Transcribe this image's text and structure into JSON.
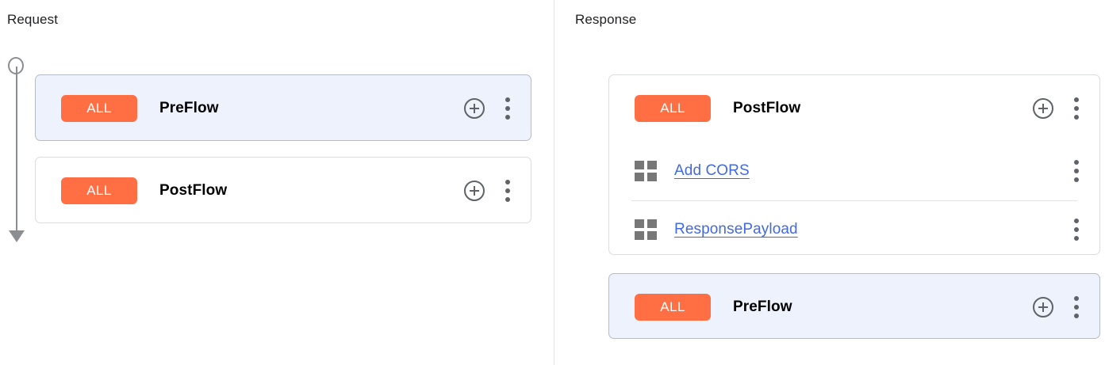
{
  "request": {
    "title": "Request",
    "connector": {
      "start_icon": "circle-node-icon",
      "end_icon": "arrow-down-icon"
    },
    "cards": [
      {
        "name": "PreFlow",
        "badge": "ALL",
        "selected": true,
        "add_icon": "add-circle-icon",
        "menu_icon": "more-vert-icon",
        "policies": []
      },
      {
        "name": "PostFlow",
        "badge": "ALL",
        "selected": false,
        "add_icon": "add-circle-icon",
        "menu_icon": "more-vert-icon",
        "policies": []
      }
    ]
  },
  "response": {
    "title": "Response",
    "connector": {
      "start_icon": "arrow-up-icon",
      "end_icon": "circle-node-icon"
    },
    "cards": [
      {
        "name": "PostFlow",
        "badge": "ALL",
        "selected": false,
        "add_icon": "add-circle-icon",
        "menu_icon": "more-vert-icon",
        "policies": [
          {
            "label": "Add CORS",
            "icon": "policy-grid-icon",
            "menu_icon": "more-vert-icon"
          },
          {
            "label": "ResponsePayload",
            "icon": "policy-grid-icon",
            "menu_icon": "more-vert-icon"
          }
        ]
      },
      {
        "name": "PreFlow",
        "badge": "ALL",
        "selected": true,
        "add_icon": "add-circle-icon",
        "menu_icon": "more-vert-icon",
        "policies": []
      }
    ]
  },
  "colors": {
    "badge_background": "#ff6f43",
    "badge_text": "#ffffff",
    "selected_card_background": "#edf2fd",
    "selected_card_border": "#b5bcc9",
    "card_border": "#dadce0",
    "policy_link": "#4169e1",
    "connector": "#8a8d91",
    "title_text": "#202124"
  }
}
